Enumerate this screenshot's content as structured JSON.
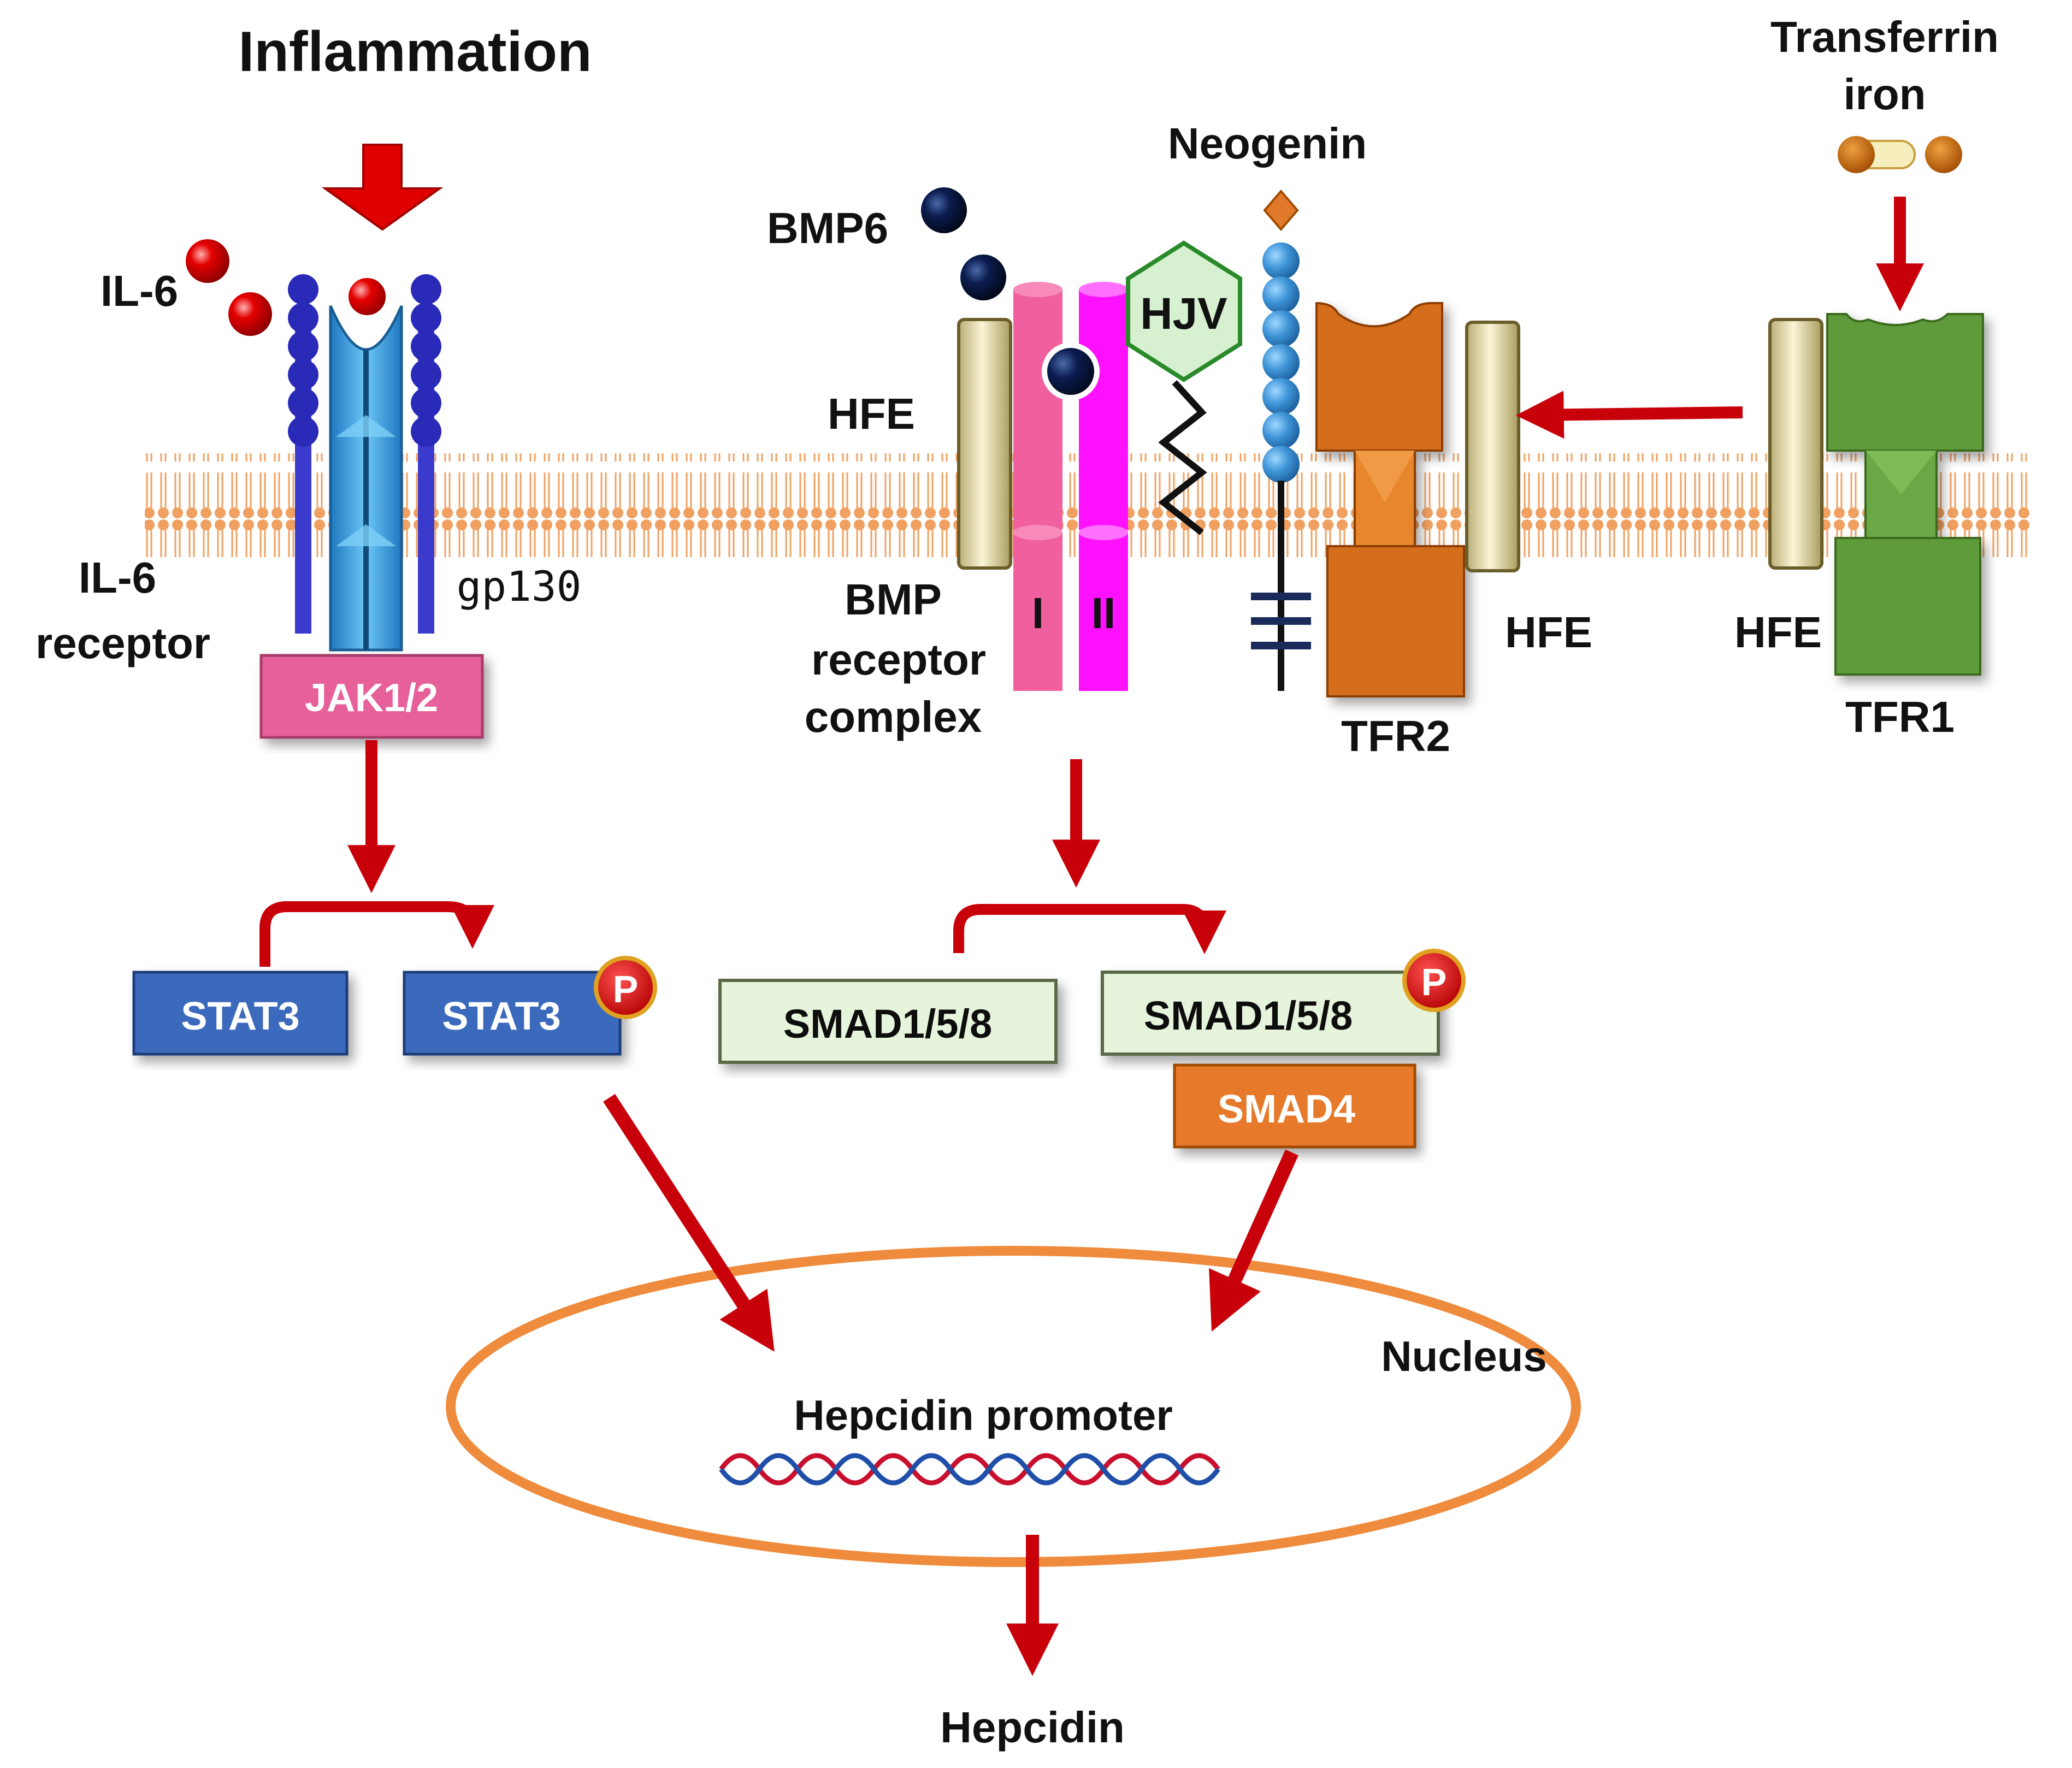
{
  "labels": {
    "inflammation": "Inflammation",
    "il6": "IL-6",
    "il6_receptor_1": "IL-6",
    "il6_receptor_2": "receptor",
    "gp130": "gp130",
    "jak": "JAK1/2",
    "stat3": "STAT3",
    "stat3_p": "STAT3",
    "bmp6": "BMP6",
    "hfe_left": "HFE",
    "hjv": "HJV",
    "neogenin": "Neogenin",
    "bmp_receptor_1": "BMP",
    "bmp_receptor_2": "receptor",
    "bmp_receptor_3": "complex",
    "receptor_type_1": "I",
    "receptor_type_2": "II",
    "tfr2": "TFR2",
    "hfe_tfr2": "HFE",
    "hfe_tfr1": "HFE",
    "tfr1": "TFR1",
    "transferrin_1": "Transferrin",
    "transferrin_2": "iron",
    "smad158": "SMAD1/5/8",
    "smad158_p": "SMAD1/5/8",
    "smad4": "SMAD4",
    "phospho": "P",
    "nucleus": "Nucleus",
    "promoter": "Hepcidin promoter",
    "hepcidin": "Hepcidin"
  },
  "colors": {
    "arrow": "#c8000a",
    "membrane": "#f0a060",
    "il6_ball": "#d40000",
    "bmp6_ball": "#0a1a4a",
    "jak_box": "#e7609a",
    "stat3_box": "#3a6bbd",
    "smad158_box": "#e6f4dc",
    "smad4_box": "#e77a2b",
    "hfe": "#e8dfae",
    "tfr2": "#d46d1c",
    "tfr1": "#5f9a3a",
    "receptor_I": "#f0609e",
    "receptor_II": "#ff10ff",
    "hjv": "#d6f0d0",
    "nucleus_ring": "#ef8b3c",
    "gp130": "#4242cc",
    "il6r_body": "#2f9ee0"
  },
  "icons": [
    "down-arrow-icon",
    "dna-helix-icon",
    "phospho-badge-icon"
  ]
}
